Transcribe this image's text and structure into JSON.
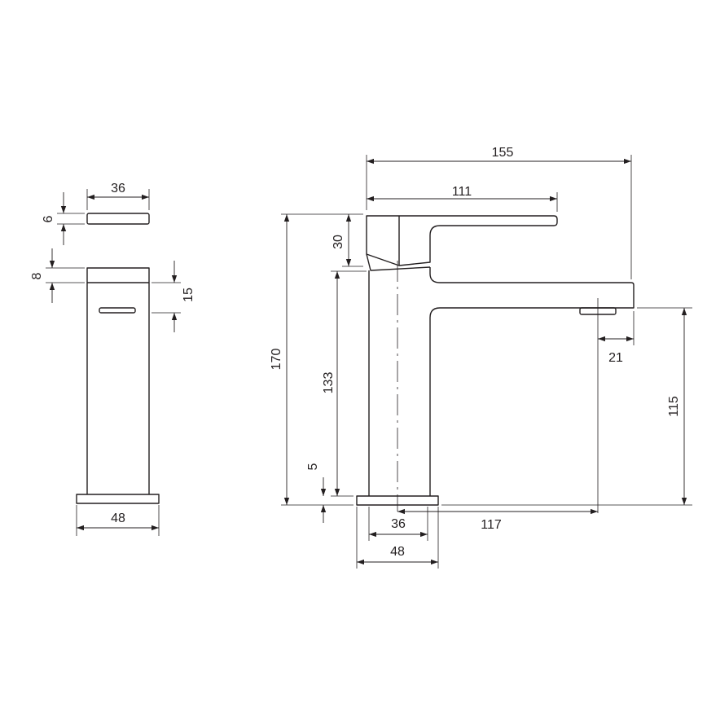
{
  "side_view": {
    "dims": {
      "width_top": "36",
      "lever_height": "6",
      "gap_height": "8",
      "body_band": "15",
      "base_width": "48"
    }
  },
  "front_view": {
    "dims": {
      "overall_length": "155",
      "lever_length": "111",
      "lever_height": "30",
      "overall_height": "170",
      "body_height": "133",
      "base_height": "5",
      "aerator_width": "21",
      "spout_height": "115",
      "body_width": "36",
      "spout_reach": "117",
      "base_width": "48"
    }
  },
  "colors": {
    "line": "#231f20",
    "background": "#ffffff"
  }
}
